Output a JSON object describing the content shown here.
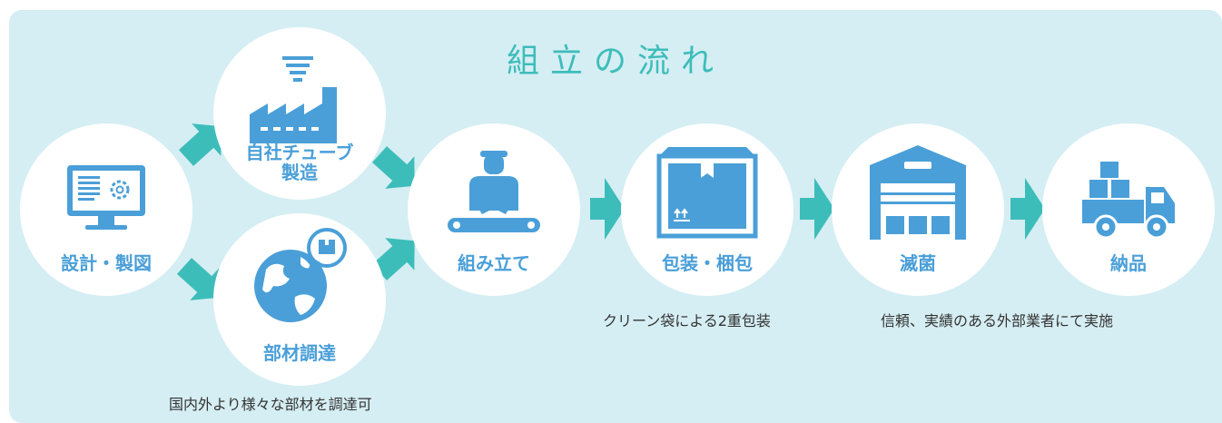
{
  "title": "組立の流れ",
  "steps": {
    "design": {
      "label": "設計・製図",
      "icon": "monitor-gear-icon"
    },
    "tube": {
      "label_line1": "自社チューブ",
      "label_line2": "製造",
      "icon": "factory-icon"
    },
    "parts": {
      "label": "部材調達",
      "icon": "globe-box-icon"
    },
    "assembly": {
      "label": "組み立て",
      "icon": "worker-conveyor-icon"
    },
    "packaging": {
      "label": "包装・梱包",
      "icon": "package-icon"
    },
    "sterilization": {
      "label": "滅菌",
      "icon": "warehouse-icon"
    },
    "delivery": {
      "label": "納品",
      "icon": "truck-icon"
    }
  },
  "captions": {
    "parts": "国内外より様々な部材を調達可",
    "packaging": "クリーン袋による2重包装",
    "sterilization": "信頼、実績のある外部業者にて実施"
  },
  "colors": {
    "background": "#d5eef3",
    "circle": "#ffffff",
    "accent_blue": "#4a9fd8",
    "arrow_teal": "#3dbdba",
    "title": "#3dbdba"
  }
}
